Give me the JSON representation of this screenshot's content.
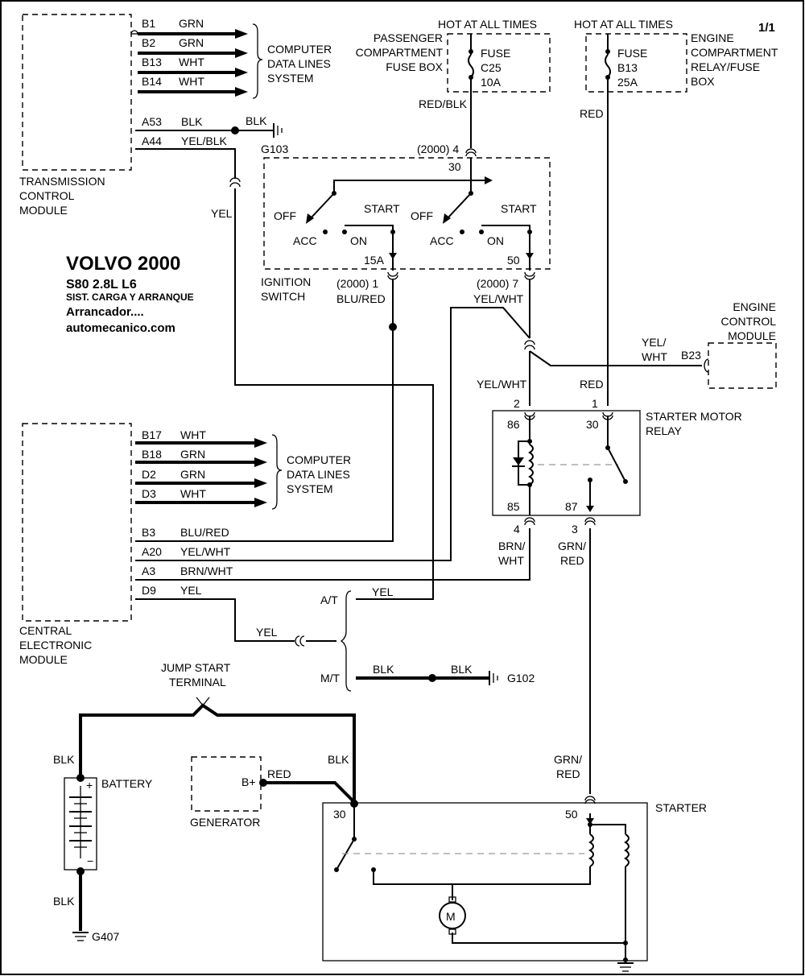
{
  "page": "1/1",
  "figure_id": "132085",
  "title": {
    "make_year": "VOLVO 2000",
    "model": "S80  2.8L  L6",
    "system": "SIST. CARGA Y ARRANQUE",
    "component": "Arrancador....",
    "site": "automecanico.com"
  },
  "tcm": {
    "label_1": "TRANSMISSION",
    "label_2": "CONTROL",
    "label_3": "MODULE",
    "pins": [
      {
        "pin": "B1",
        "color": "GRN"
      },
      {
        "pin": "B2",
        "color": "GRN"
      },
      {
        "pin": "B13",
        "color": "WHT"
      },
      {
        "pin": "B14",
        "color": "WHT"
      },
      {
        "pin": "A53",
        "color": "BLK"
      },
      {
        "pin": "A44",
        "color": "YEL/BLK"
      }
    ],
    "data_system_1": "COMPUTER",
    "data_system_2": "DATA LINES",
    "data_system_3": "SYSTEM",
    "ground_wire": "BLK",
    "ground": "G103"
  },
  "wires": {
    "yel_tcm": "YEL"
  },
  "fuse_c25": {
    "hot": "HOT AT ALL TIMES",
    "label_1": "PASSENGER",
    "label_2": "COMPARTMENT",
    "label_3": "FUSE BOX",
    "fuse": "FUSE",
    "id": "C25",
    "amps": "10A",
    "wire": "RED/BLK"
  },
  "fuse_b13": {
    "hot": "HOT AT ALL TIMES",
    "label_1": "ENGINE",
    "label_2": "COMPARTMENT",
    "label_3": "RELAY/FUSE",
    "label_4": "BOX",
    "fuse": "FUSE",
    "id": "B13",
    "amps": "25A",
    "wire": "RED"
  },
  "ignition": {
    "conn_in": "(2000) 4",
    "pin_30": "30",
    "off": "OFF",
    "acc": "ACC",
    "on": "ON",
    "start": "START",
    "pin_15a": "15A",
    "pin_50": "50",
    "label_1": "IGNITION",
    "label_2": "SWITCH",
    "conn_15a": "(2000)  1",
    "wire_15a": "BLU/RED",
    "conn_50": "(2000) 7",
    "wire_50": "YEL/WHT"
  },
  "ecm": {
    "label_1": "ENGINE",
    "label_2": "CONTROL",
    "label_3": "MODULE",
    "wire_1": "YEL/",
    "wire_2": "WHT",
    "pin": "B23"
  },
  "relay": {
    "wire_86": "YEL/WHT",
    "wire_30": "RED",
    "conn_86": "2",
    "conn_30": "1",
    "pin_86": "86",
    "pin_30": "30",
    "pin_85": "85",
    "pin_87": "87",
    "label_1": "STARTER MOTOR",
    "label_2": "RELAY",
    "conn_85": "4",
    "conn_87": "3",
    "wire_85_1": "BRN/",
    "wire_85_2": "WHT",
    "wire_87_1": "GRN/",
    "wire_87_2": "RED"
  },
  "cem": {
    "label_1": "CENTRAL",
    "label_2": "ELECTRONIC",
    "label_3": "MODULE",
    "pins": [
      {
        "pin": "B17",
        "color": "WHT"
      },
      {
        "pin": "B18",
        "color": "GRN"
      },
      {
        "pin": "D2",
        "color": "GRN"
      },
      {
        "pin": "D3",
        "color": "WHT"
      },
      {
        "pin": "B3",
        "color": "BLU/RED"
      },
      {
        "pin": "A20",
        "color": "YEL/WHT"
      },
      {
        "pin": "A3",
        "color": "BRN/WHT"
      },
      {
        "pin": "D9",
        "color": "YEL"
      }
    ],
    "data_system_1": "COMPUTER",
    "data_system_2": "DATA LINES",
    "data_system_3": "SYSTEM"
  },
  "range": {
    "wire_cem": "YEL",
    "at": "A/T",
    "wire_at": "YEL",
    "mt": "M/T",
    "wire_mt": "BLK",
    "ground": "G102"
  },
  "jump": {
    "label_1": "JUMP START",
    "label_2": "TERMINAL"
  },
  "battery": {
    "wire_top": "BLK",
    "wire_starter": "BLK",
    "plus": "+",
    "minus": "−",
    "label": "BATTERY",
    "wire_bottom": "BLK",
    "ground": "G407"
  },
  "generator": {
    "terminal": "B+",
    "wire": "RED",
    "label": "GENERATOR"
  },
  "starter": {
    "wire_1": "GRN/",
    "wire_2": "RED",
    "label": "STARTER",
    "pin_30": "30",
    "pin_50": "50",
    "motor": "M"
  }
}
